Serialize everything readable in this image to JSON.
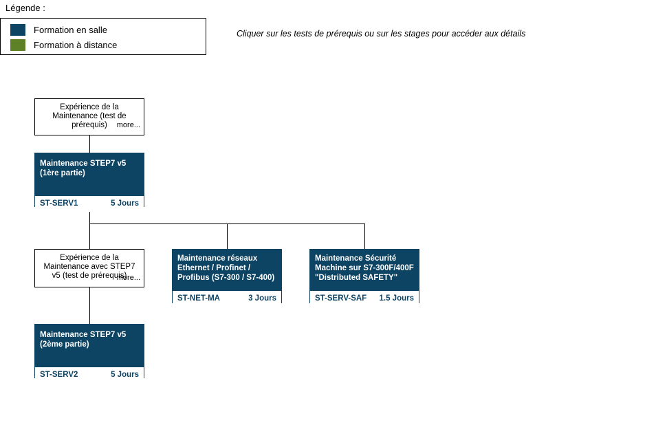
{
  "legend": {
    "title": "Légende :",
    "items": [
      {
        "label": "Formation en salle",
        "color": "#0d4363"
      },
      {
        "label": "Formation à distance",
        "color": "#5e8027"
      }
    ]
  },
  "instruction": {
    "text": "Cliquer sur les tests de prérequis ou sur les stages pour accéder aux détails"
  },
  "colors": {
    "classroom": "#0d4363",
    "distance": "#5e8027",
    "line": "#000000",
    "background": "#ffffff"
  },
  "nodes": {
    "prereq1": {
      "title": "Expérience de la Maintenance (test de prérequis)",
      "more": "more..."
    },
    "course1": {
      "title": "Maintenance STEP7 v5 (1ère partie)",
      "code": "ST-SERV1",
      "duration": "5 Jours"
    },
    "prereq2": {
      "title": "Expérience de la Maintenance avec STEP7 v5 (test de prérequis)",
      "more": "more..."
    },
    "course2": {
      "title": "Maintenance réseaux Ethernet / Profinet / Profibus (S7-300 / S7-400)",
      "code": "ST-NET-MA",
      "duration": "3 Jours"
    },
    "course3": {
      "title": "Maintenance Sécurité Machine sur S7-300F/400F \"Distributed SAFETY\"",
      "code": "ST-SERV-SAF",
      "duration": "1.5 Jours"
    },
    "course4": {
      "title": "Maintenance STEP7 v5 (2ème partie)",
      "code": "ST-SERV2",
      "duration": "5 Jours"
    }
  }
}
